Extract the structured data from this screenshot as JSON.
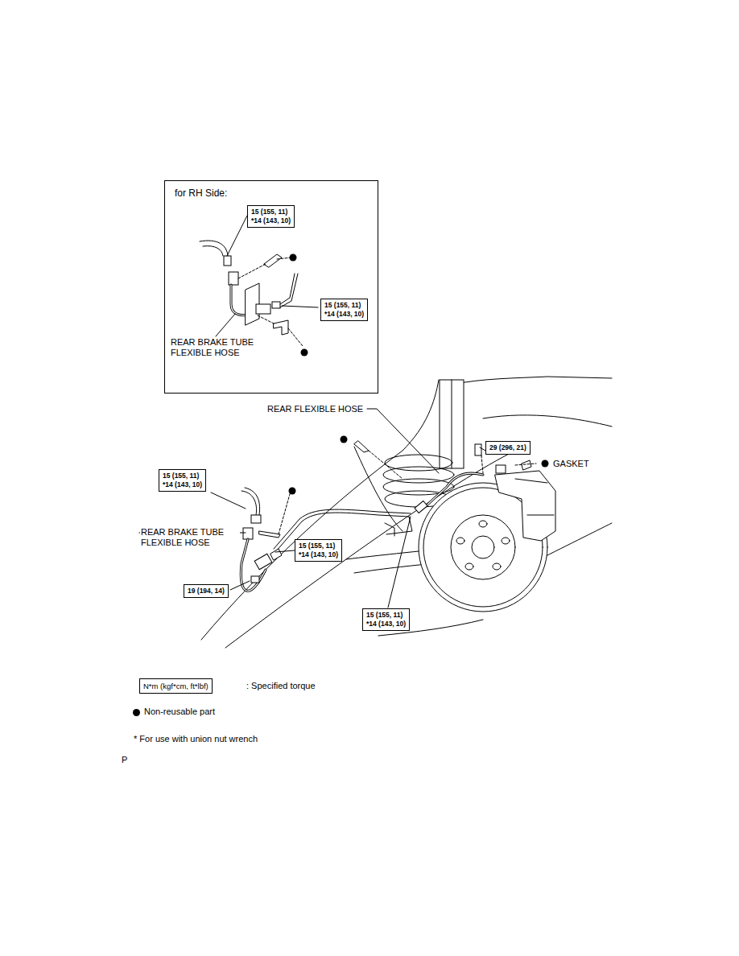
{
  "diagram": {
    "nodes": [
      {
        "text": [
          "for RH Side:"
        ]
      },
      {
        "text": [
          "15 (155, 11)",
          "*14 (143, 10)"
        ],
        "in": 0
      },
      {
        "text": [
          "15 (155, 11)",
          "*14 (143, 10)"
        ],
        "in": 0
      },
      {
        "text": [
          "29 (296, 21)"
        ]
      },
      {
        "text": [
          "15 (155, 11)",
          "*14 (143, 10)"
        ]
      },
      {
        "text": [
          "15 (155, 11)",
          "*14 (143, 10)"
        ]
      },
      {
        "text": [
          "19 (194, 14)"
        ]
      },
      {
        "text": [
          "15 (155, 11)",
          "*14 (143, 10)"
        ]
      },
      {
        "text": [
          "N*m (kgf*cm, ft*lbf)"
        ]
      }
    ],
    "labels": [
      "REAR BRAKE TUBE FLEXIBLE HOSE",
      "REAR FLEXIBLE HOSE",
      "GASKET",
      "REAR BRAKE TUBE FLEXIBLE HOSE",
      ": Specified torque",
      "* For use with union nut wrench",
      "P"
    ],
    "legend": [
      {
        "text": "Non-reusable part"
      }
    ]
  }
}
